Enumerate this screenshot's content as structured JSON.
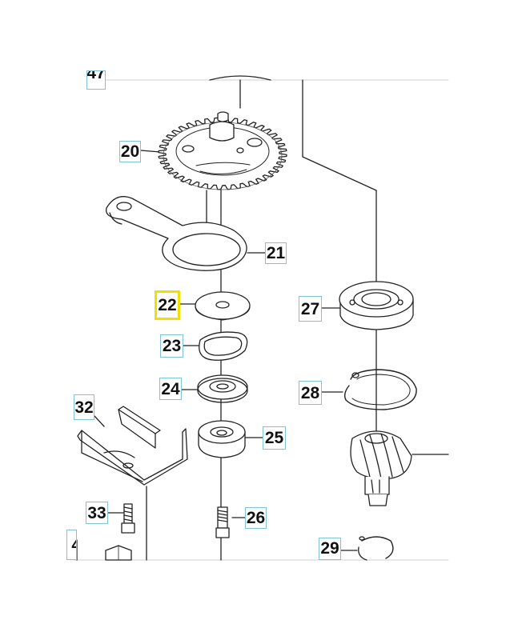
{
  "diagram": {
    "highlight_color": "#f0e000",
    "callout_border_color": "#7ec3d6",
    "line_color": "#222222",
    "callouts": [
      {
        "id": "c47",
        "label": "47"
      },
      {
        "id": "c20",
        "label": "20"
      },
      {
        "id": "c21",
        "label": "21"
      },
      {
        "id": "c22",
        "label": "22",
        "highlighted": true
      },
      {
        "id": "c23",
        "label": "23"
      },
      {
        "id": "c24",
        "label": "24"
      },
      {
        "id": "c25",
        "label": "25"
      },
      {
        "id": "c26",
        "label": "26"
      },
      {
        "id": "c27",
        "label": "27"
      },
      {
        "id": "c28",
        "label": "28"
      },
      {
        "id": "c29",
        "label": "29"
      },
      {
        "id": "c32",
        "label": "32"
      },
      {
        "id": "c33",
        "label": "33"
      },
      {
        "id": "c4",
        "label": "4"
      }
    ]
  }
}
